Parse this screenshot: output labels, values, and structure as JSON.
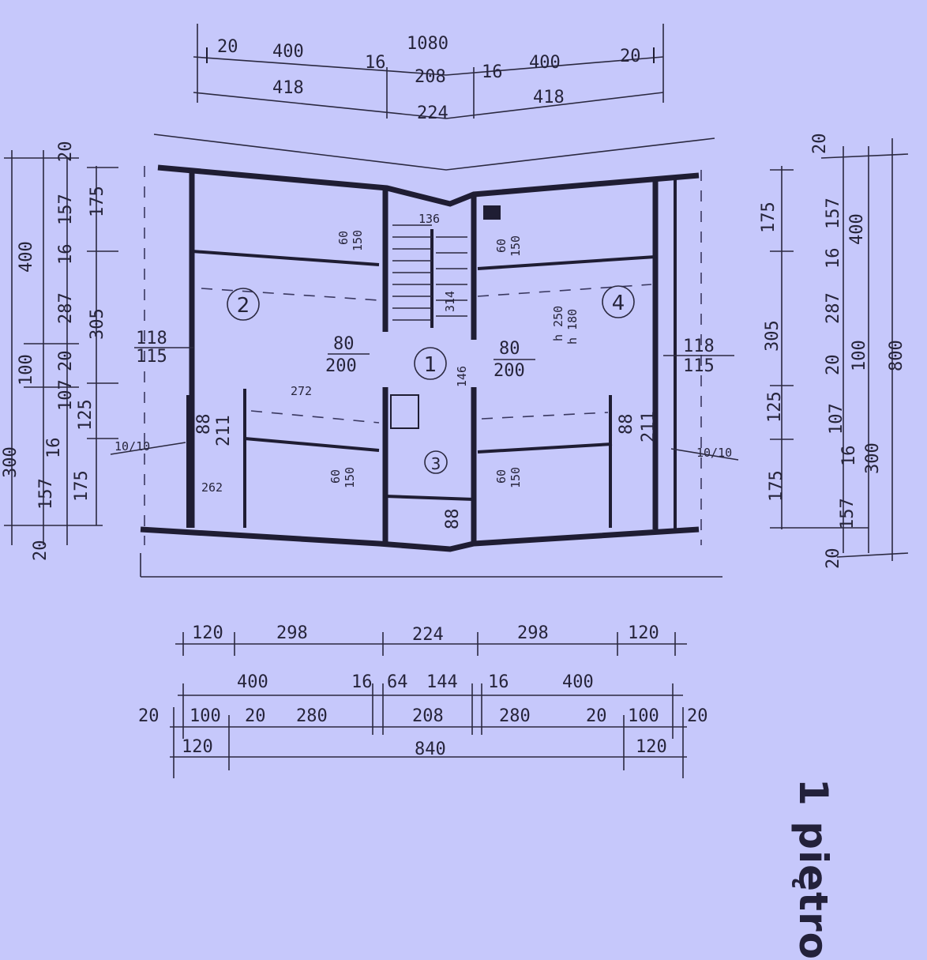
{
  "page_title": "1 piętro",
  "rooms": [
    "1",
    "2",
    "3",
    "4"
  ],
  "top_dims": {
    "row1_left": [
      "20",
      "400",
      "16"
    ],
    "row1_center": [
      "1080",
      "208"
    ],
    "row1_right": [
      "16",
      "400",
      "20"
    ],
    "row2": [
      "418",
      "224",
      "418"
    ]
  },
  "bottom_dims": {
    "row1": [
      "120",
      "298",
      "224",
      "298",
      "120"
    ],
    "row2": [
      "400",
      "16",
      "64",
      "144",
      "16",
      "400"
    ],
    "row3": [
      "20",
      "100",
      "20",
      "280",
      "208",
      "280",
      "20",
      "100",
      "20"
    ],
    "row4": [
      "120",
      "840",
      "120"
    ]
  },
  "left_dims": [
    "20",
    "157",
    "16",
    "287",
    "20",
    "107",
    "16",
    "157",
    "20",
    "400",
    "100",
    "300",
    "175",
    "305",
    "125",
    "175"
  ],
  "right_dims": [
    "175",
    "305",
    "125",
    "175",
    "20",
    "157",
    "16",
    "287",
    "20",
    "107",
    "16",
    "157",
    "20",
    "400",
    "100",
    "300",
    "800"
  ],
  "openings": {
    "door_left": [
      "80",
      "200"
    ],
    "door_right": [
      "80",
      "200"
    ],
    "window_left": [
      "118",
      "115"
    ],
    "window_right": [
      "118",
      "115"
    ],
    "small_windows": [
      "60",
      "150"
    ],
    "wardrobe": [
      "88",
      "211"
    ],
    "bath_door": [
      "88"
    ],
    "stair": [
      "136",
      "314"
    ],
    "stair_bottom": [
      "146"
    ],
    "ceiling_heights": [
      "h 250",
      "h 180"
    ],
    "diagonal_labels": [
      "272",
      "262"
    ],
    "column_labels": [
      "10/10",
      "10/10"
    ]
  }
}
